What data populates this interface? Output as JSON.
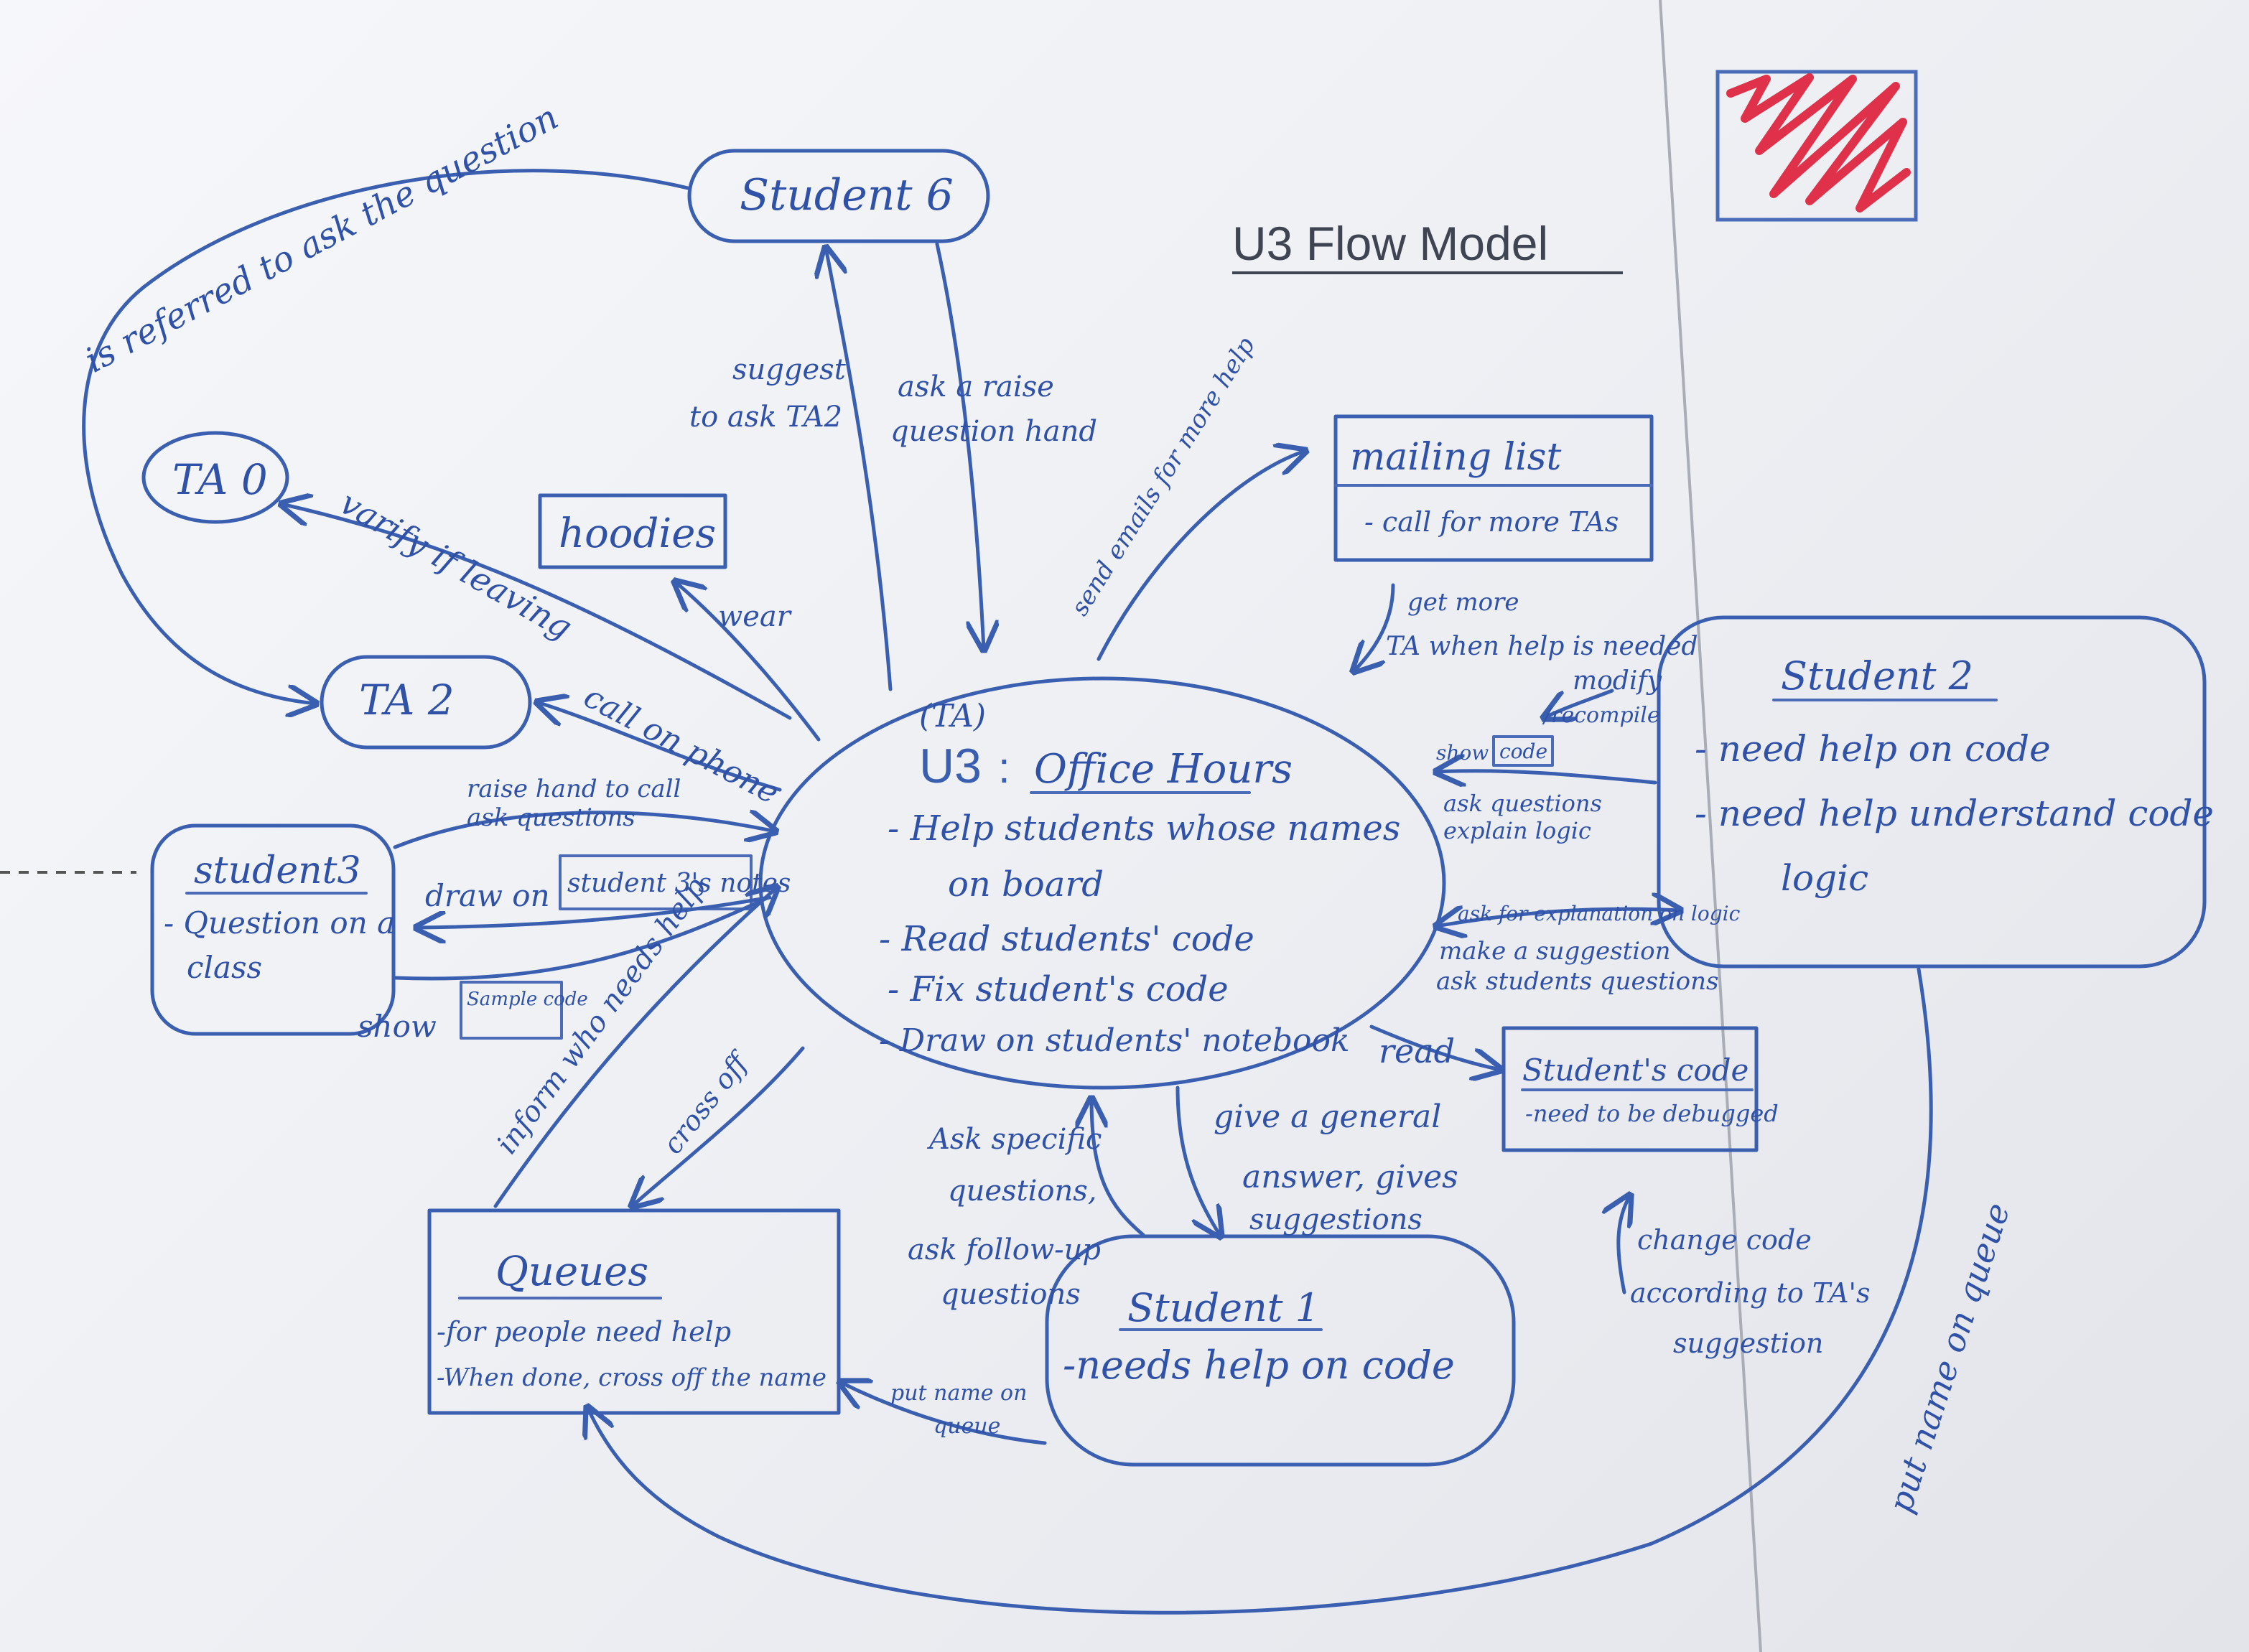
{
  "title": "U3 Flow Model",
  "colors": {
    "ink": "#3a5fb0",
    "marker_red": "#e0314a",
    "board": "#eef0f4"
  },
  "nodes": {
    "student6": {
      "name": "Student 6"
    },
    "ta0": {
      "name": "TA 0"
    },
    "ta2": {
      "name": "TA 2"
    },
    "hoodies": {
      "name": "hoodies"
    },
    "mailing_list": {
      "name": "mailing list",
      "items": [
        "- call for more TAs"
      ]
    },
    "student2": {
      "name": "Student 2",
      "items": [
        "- need help on code",
        "- need help understand code",
        "logic"
      ]
    },
    "student3": {
      "name": "student3",
      "items": [
        "- Question on a",
        "class"
      ]
    },
    "u3": {
      "role": "(TA)",
      "id": "U3",
      "name": "Office Hours",
      "items": [
        "- Help students whose names",
        "on board",
        "- Read students' code",
        "- Fix student's code",
        "- Draw on students' notebook"
      ]
    },
    "students_code": {
      "name": "Student's code",
      "items": [
        "-need to be debugged"
      ]
    },
    "student1": {
      "name": "Student 1",
      "items": [
        "-needs help on code"
      ]
    },
    "queues": {
      "name": "Queues",
      "items": [
        "-for people need help",
        "-When done, cross off the name"
      ]
    },
    "student3_notes": {
      "name": "student 3's notes"
    },
    "sample_code": {
      "name": "Sample code"
    },
    "show_code": {
      "name": "code"
    }
  },
  "flows": {
    "is_referred": "is referred to ask the question",
    "suggest": [
      "suggest",
      "to ask TA2"
    ],
    "ask_raise": [
      "ask a raise",
      "question hand"
    ],
    "send_emails": "send emails for more help",
    "verify_leaving": "varify if leaving",
    "wear": "wear",
    "call_on_phone": "call on phone",
    "get_more": [
      "get more",
      "TA when help is needed"
    ],
    "modify": [
      "modify",
      "/recompile"
    ],
    "show": "show",
    "ask_explain": [
      "ask questions",
      "explain logic"
    ],
    "raise_hand": [
      "raise hand to call",
      "ask questions"
    ],
    "draw_on": "draw on",
    "show_sample": "show",
    "ask_for_explanation": "ask for explanation on logic",
    "suggestion": [
      "make a suggestion",
      "ask students questions"
    ],
    "read": "read",
    "inform": "inform who needs help",
    "cross_off": "cross off",
    "ask_specific": [
      "Ask specific",
      "questions,",
      "ask follow-up",
      "questions"
    ],
    "general_answer": [
      "give a general",
      "answer, gives",
      "suggestions"
    ],
    "change_code": [
      "change code",
      "according to TA's",
      "suggestion"
    ],
    "put_name_queue": [
      "put name on",
      "queue"
    ],
    "put_name_on_queue": "put name on queue"
  }
}
